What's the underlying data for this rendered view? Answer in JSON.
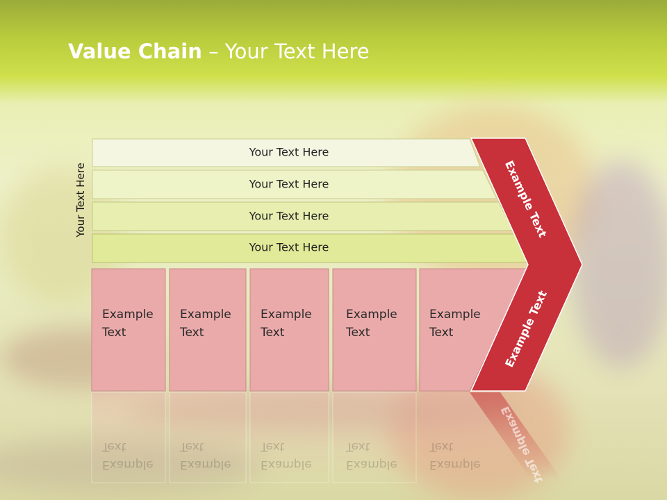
{
  "slide": {
    "title_bold": "Value Chain",
    "title_rest": " – Your Text Here",
    "side_label": "Your Text Here"
  },
  "rows": [
    {
      "label": "Your Text Here"
    },
    {
      "label": "Your Text Here"
    },
    {
      "label": "Your Text Here"
    },
    {
      "label": "Your Text Here"
    }
  ],
  "cells": [
    {
      "line1": "Example",
      "line2": "Text"
    },
    {
      "line1": "Example",
      "line2": "Text"
    },
    {
      "line1": "Example",
      "line2": "Text"
    },
    {
      "line1": "Example",
      "line2": "Text"
    },
    {
      "line1": "Example",
      "line2": "Text"
    }
  ],
  "arrow": {
    "upper_label": "Example Text",
    "lower_label": "Example Text"
  },
  "colors": {
    "accent_red": "#c8303a",
    "cell_pink": "#ebaaaa",
    "row_green": "#e5eca6"
  }
}
